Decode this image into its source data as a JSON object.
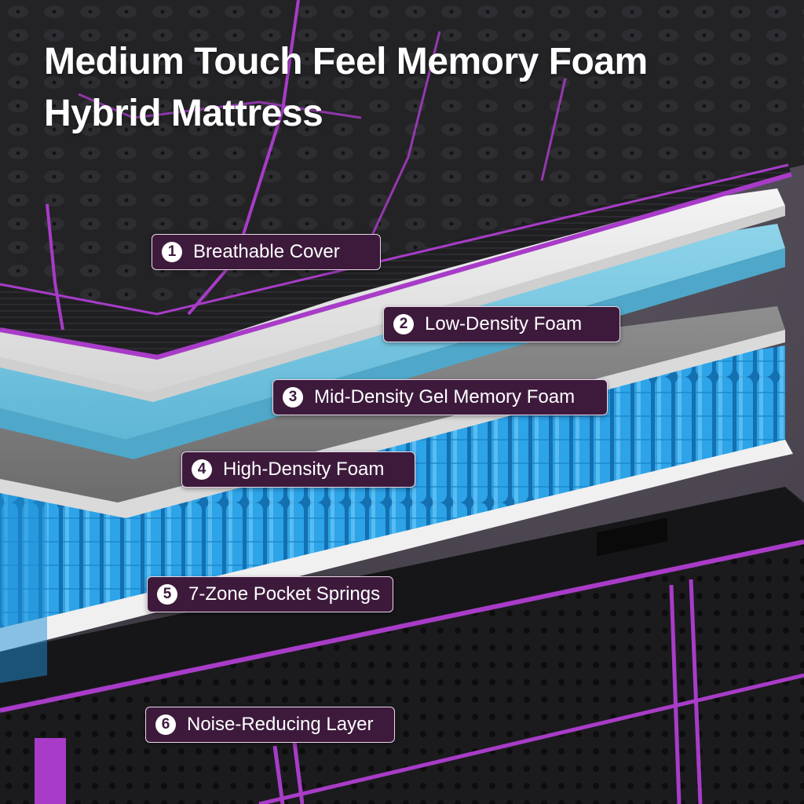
{
  "title": {
    "line1": "Medium Touch Feel Memory Foam",
    "line2": "Hybrid Mattress"
  },
  "layers": [
    {
      "number": "1",
      "label": "Breathable Cover"
    },
    {
      "number": "2",
      "label": "Low-Density Foam"
    },
    {
      "number": "3",
      "label": "Mid-Density Gel Memory Foam"
    },
    {
      "number": "4",
      "label": "High-Density Foam"
    },
    {
      "number": "5",
      "label": "7-Zone Pocket Springs"
    },
    {
      "number": "6",
      "label": "Noise-Reducing Layer"
    }
  ],
  "colors": {
    "accent_purple": "#a83cc8",
    "label_bg": "#3d1a3c",
    "gel_blue": "#7cc6e0",
    "spring_blue": "#2a9be0",
    "fabric_black": "#1e1e20"
  }
}
